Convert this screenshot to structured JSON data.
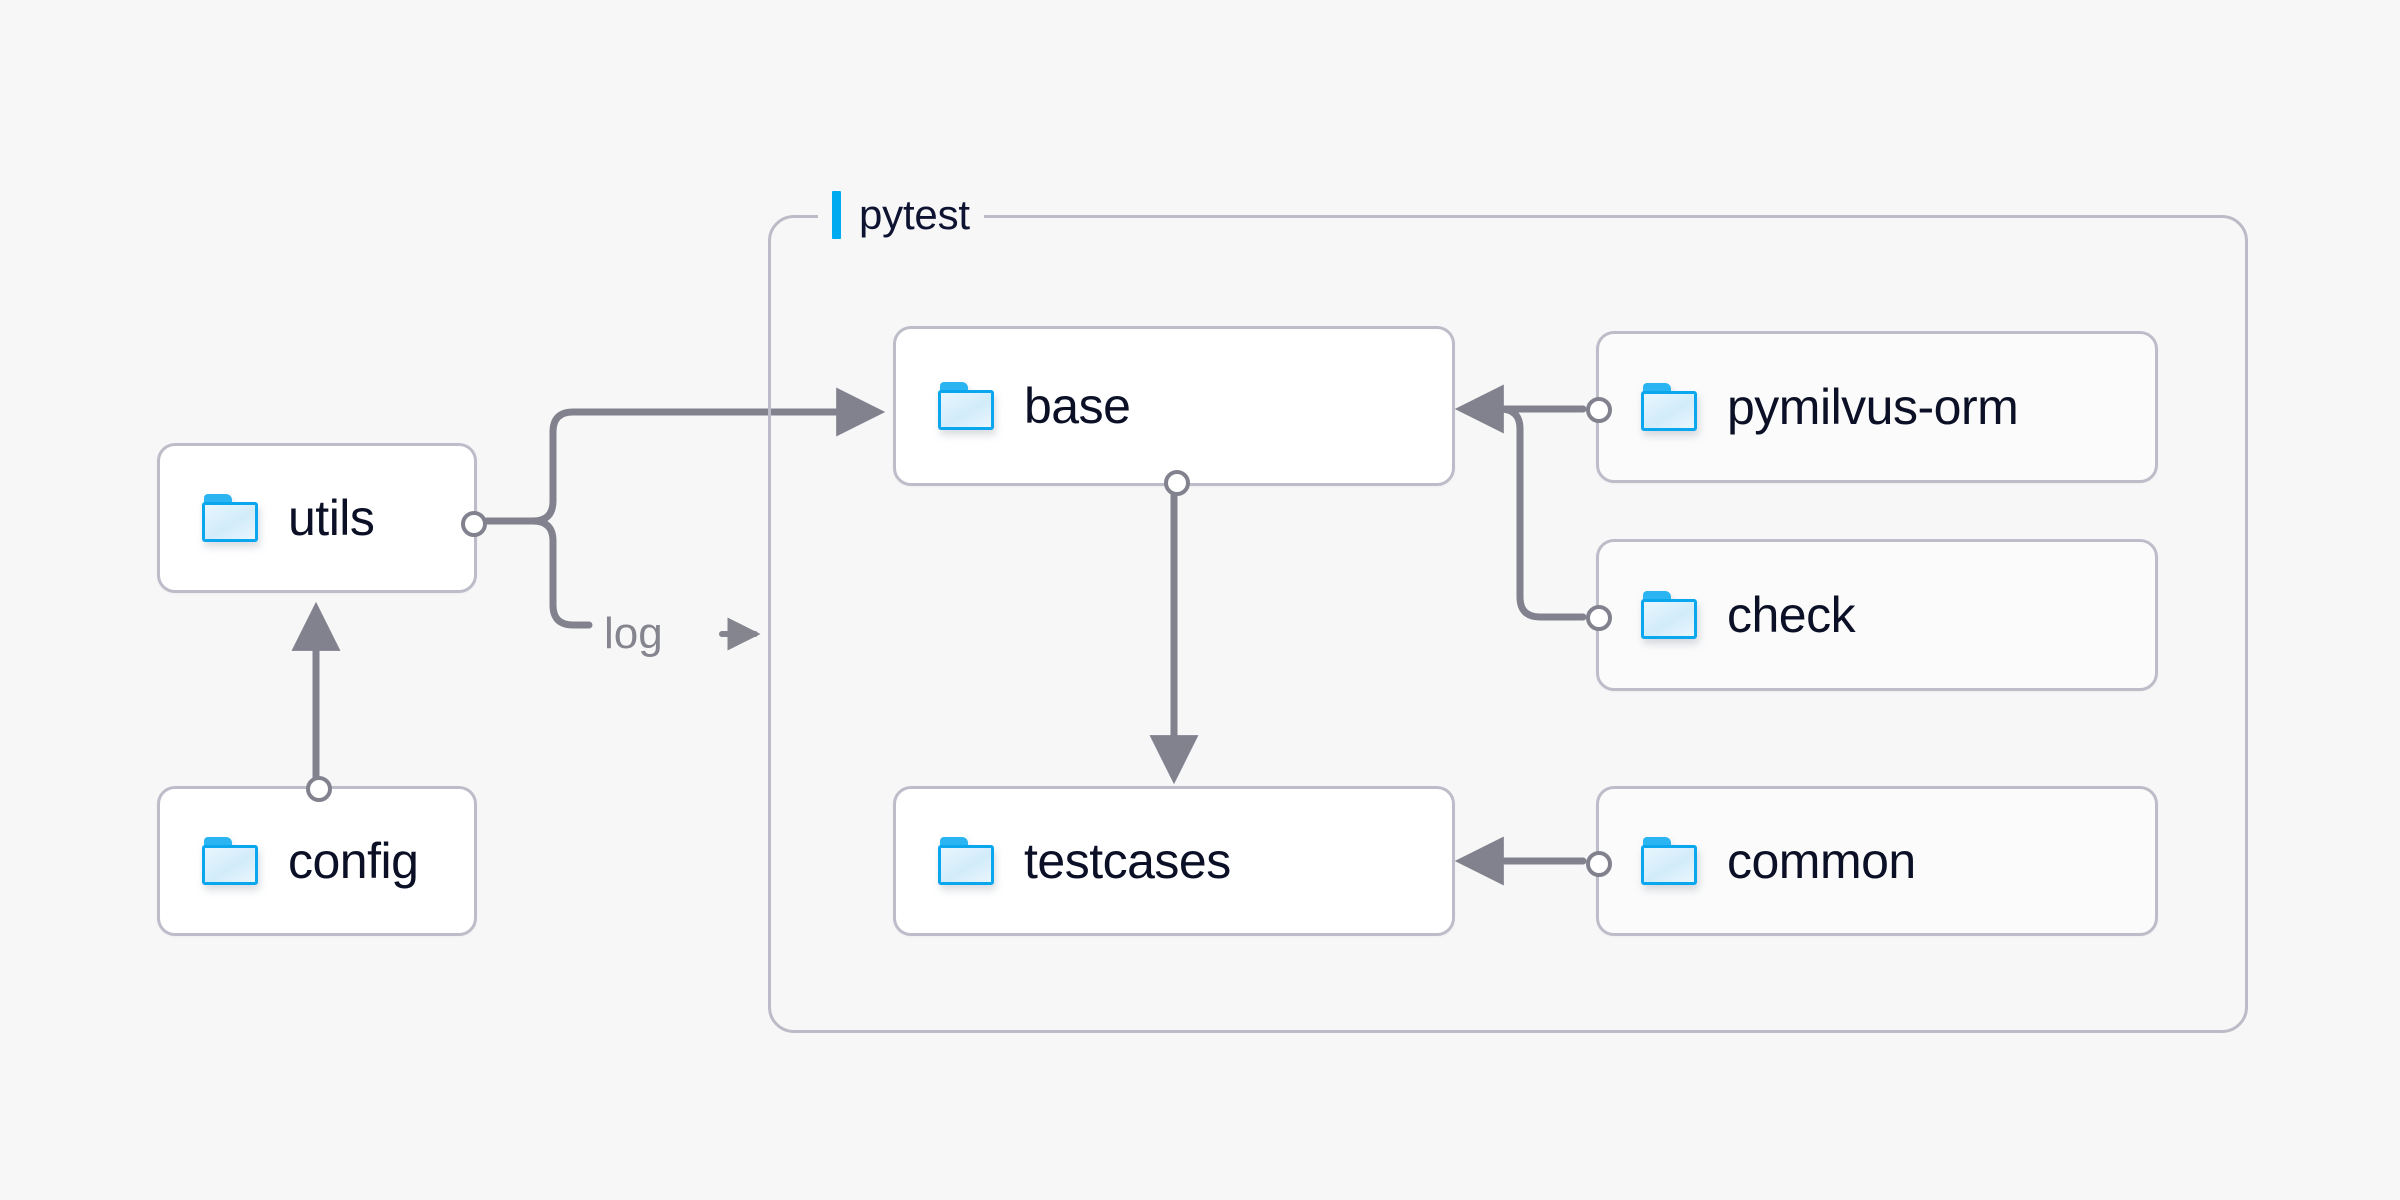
{
  "diagram": {
    "title_visible": false,
    "background_color": "#f7f7f8",
    "accent_color": "#00aaf0",
    "node_border_color": "#bdbdc9",
    "edge_color": "#82828f",
    "label_color": "#0b1026"
  },
  "group": {
    "label": "pytest",
    "icon": "accent-bar-icon"
  },
  "nodes": [
    {
      "id": "utils",
      "label": "utils",
      "icon": "folder-icon"
    },
    {
      "id": "config",
      "label": "config",
      "icon": "folder-icon"
    },
    {
      "id": "base",
      "label": "base",
      "icon": "folder-icon"
    },
    {
      "id": "testcases",
      "label": "testcases",
      "icon": "folder-icon"
    },
    {
      "id": "pymilvus-orm",
      "label": "pymilvus-orm",
      "icon": "folder-icon"
    },
    {
      "id": "check",
      "label": "check",
      "icon": "folder-icon"
    },
    {
      "id": "common",
      "label": "common",
      "icon": "folder-icon"
    }
  ],
  "edges": [
    {
      "from": "utils",
      "to": "base",
      "label": ""
    },
    {
      "from": "utils",
      "to": "pytest",
      "label": "log"
    },
    {
      "from": "config",
      "to": "utils",
      "label": ""
    },
    {
      "from": "base",
      "to": "testcases",
      "label": ""
    },
    {
      "from": "pymilvus-orm",
      "to": "base",
      "label": ""
    },
    {
      "from": "check",
      "to": "base",
      "label": ""
    },
    {
      "from": "common",
      "to": "testcases",
      "label": ""
    }
  ],
  "edge_labels": {
    "log": "log"
  }
}
